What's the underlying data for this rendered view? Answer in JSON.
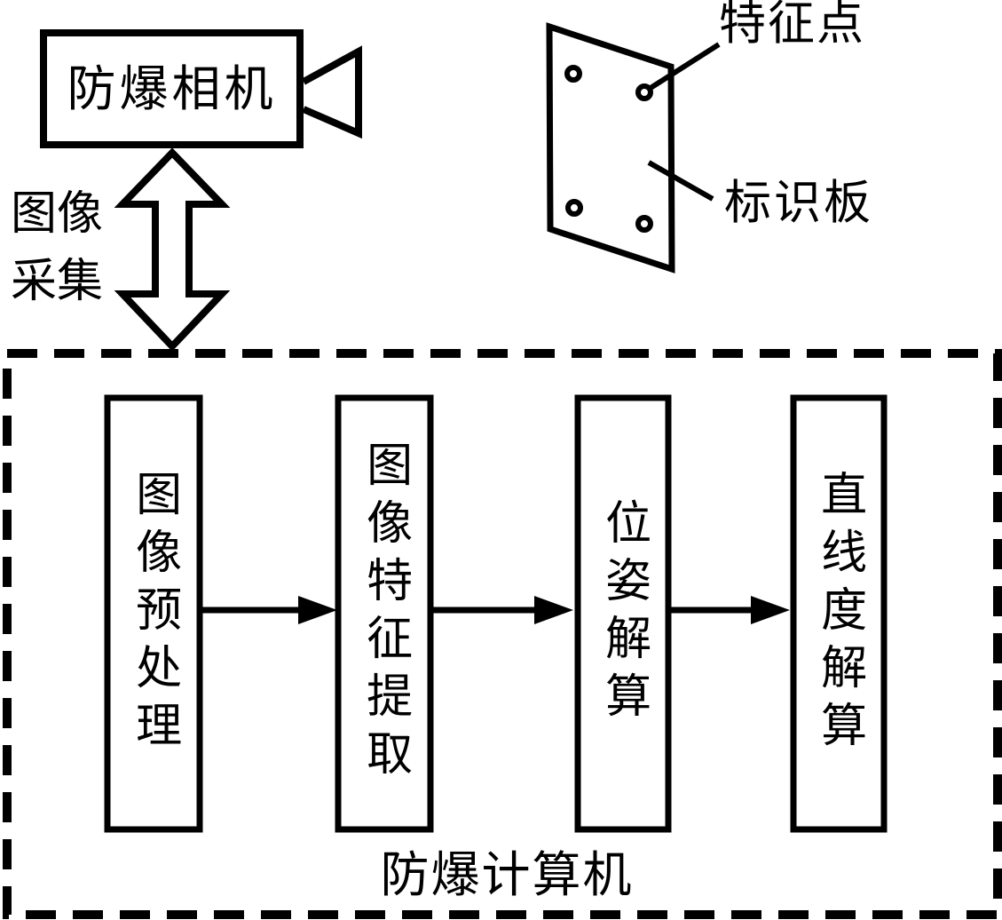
{
  "diagram": {
    "camera": {
      "label": "防爆相机"
    },
    "image_acquisition": {
      "label_line1": "图像",
      "label_line2": "采集"
    },
    "marker_board": {
      "feature_point_label": "特征点",
      "board_label": "标识板"
    },
    "computer": {
      "label": "防爆计算机",
      "modules": [
        {
          "label": "图像预处理"
        },
        {
          "label": "图像特征提取"
        },
        {
          "label": "位姿解算"
        },
        {
          "label": "直线度解算"
        }
      ]
    },
    "colors": {
      "line": "#000000",
      "background": "#ffffff"
    }
  }
}
